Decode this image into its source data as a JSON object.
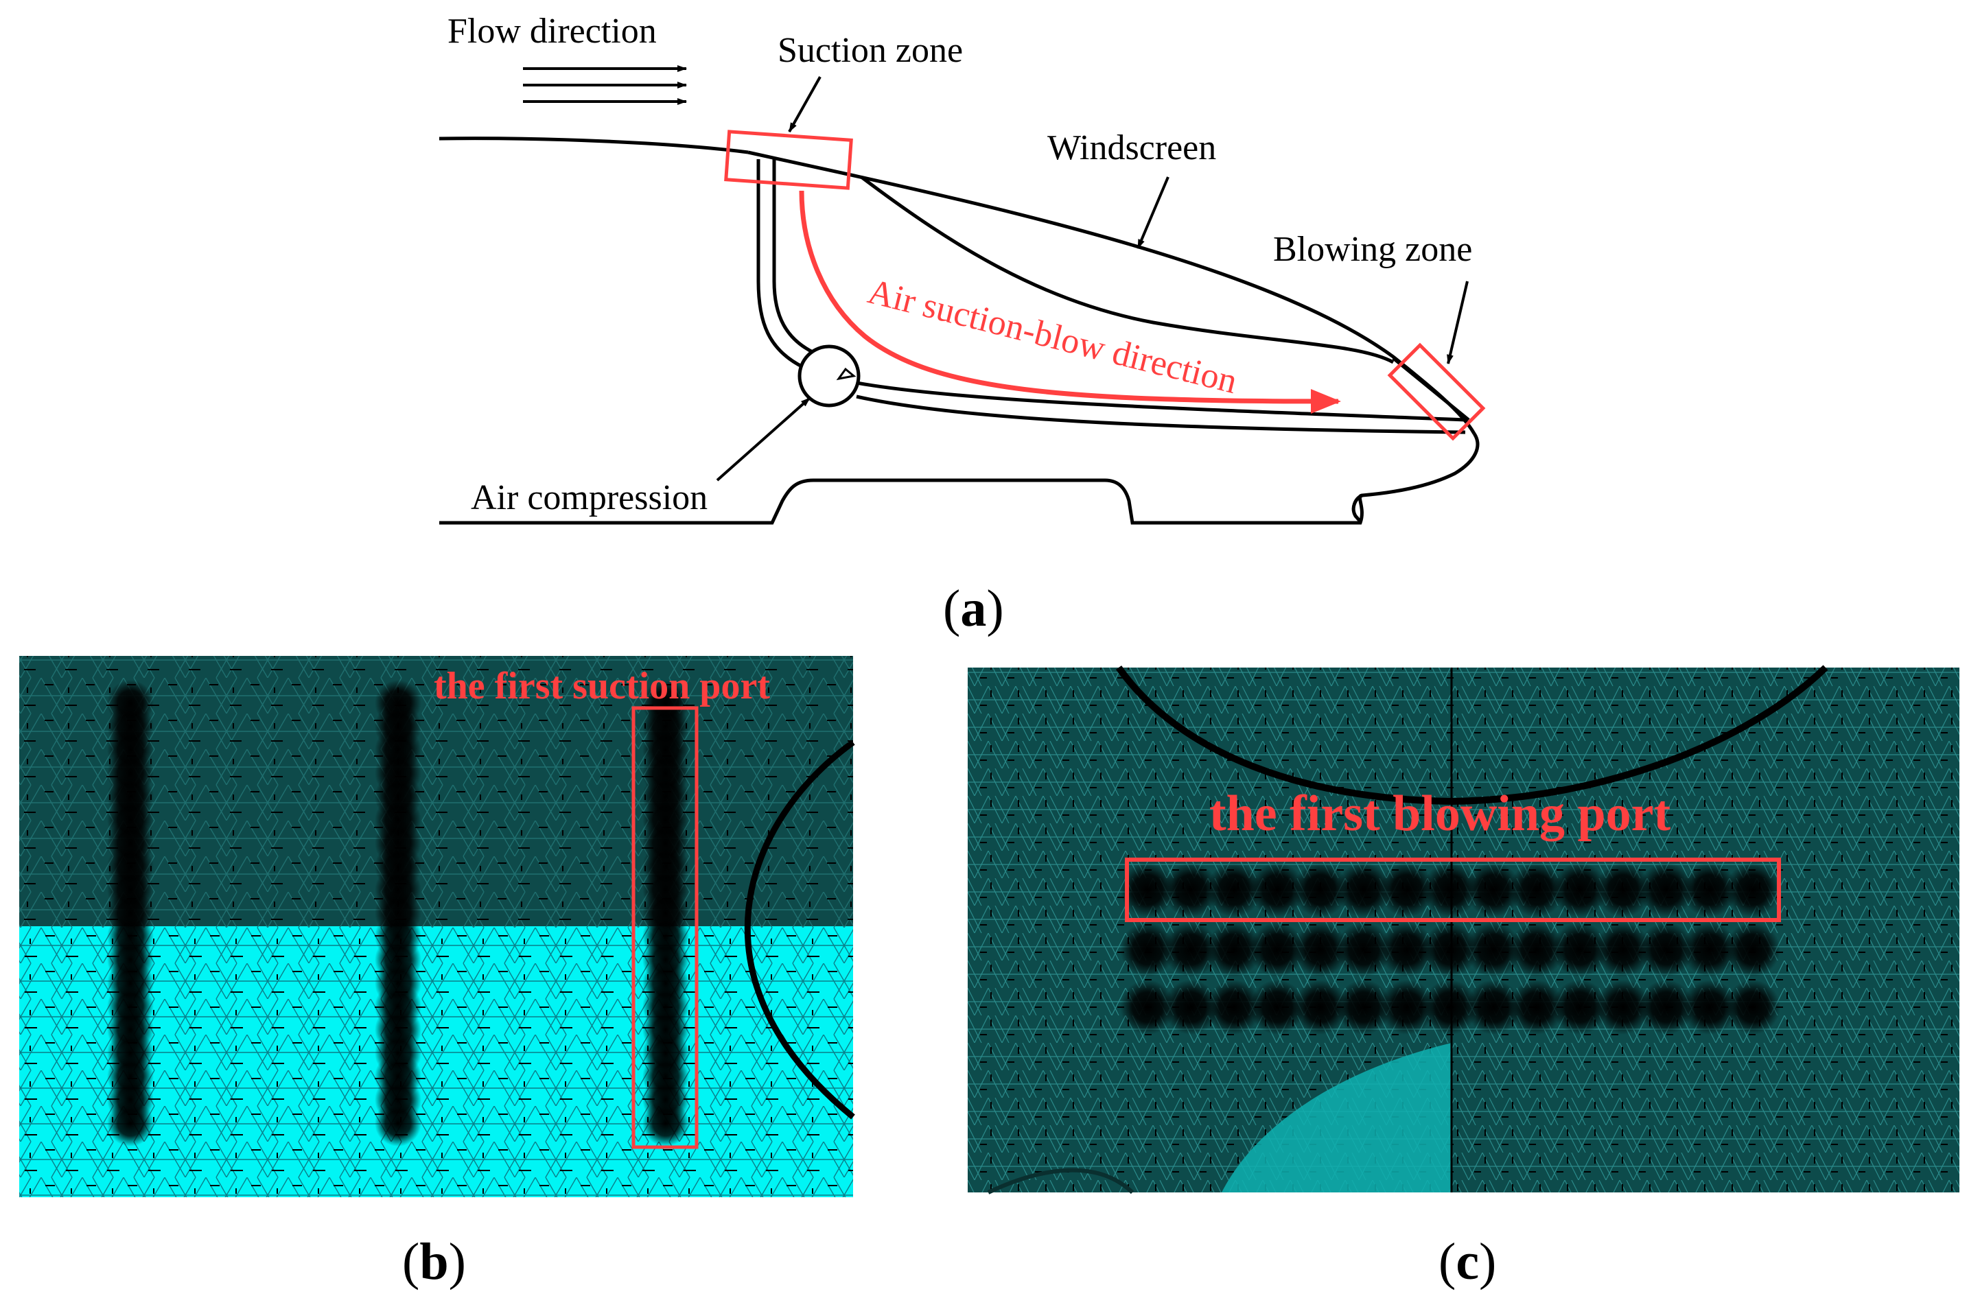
{
  "panel_a": {
    "flow_direction": "Flow direction",
    "suction_zone": "Suction zone",
    "windscreen": "Windscreen",
    "blowing_zone": "Blowing zone",
    "air_suction_blow_direction": "Air suction-blow direction",
    "air_compression": "Air compression",
    "panel_letter": "a"
  },
  "panel_b": {
    "annotation": "the first suction port",
    "panel_letter": "b"
  },
  "panel_c": {
    "annotation": "the first blowing port",
    "panel_letter": "c"
  },
  "colors": {
    "highlight_red": "#ff4040",
    "mesh_dark": "#0e4a4a",
    "mesh_cyan": "#00f5f5"
  }
}
